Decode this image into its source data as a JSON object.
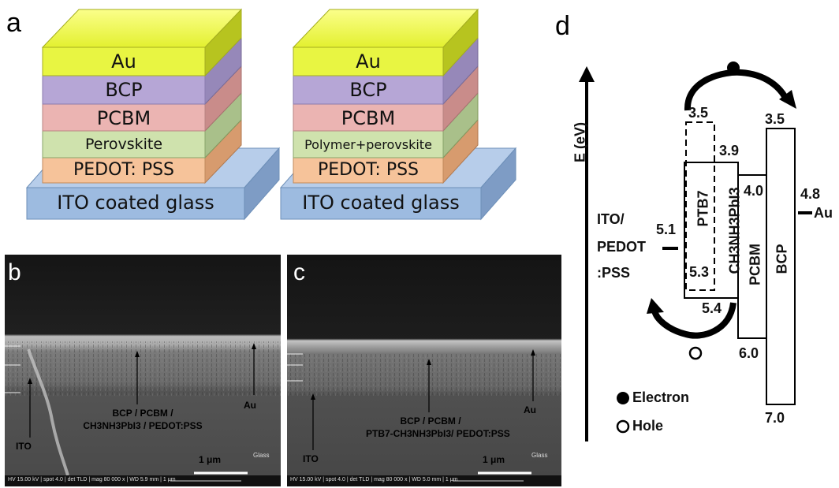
{
  "panel_a": {
    "letter": "a",
    "stack_left": [
      "Au",
      "BCP",
      "PCBM",
      "Perovskite",
      "PEDOT: PSS",
      "ITO coated glass"
    ],
    "stack_right": [
      "Au",
      "BCP",
      "PCBM",
      "Polymer+perovskite",
      "PEDOT: PSS",
      "ITO coated glass"
    ],
    "colors": {
      "au": "#e8f542",
      "bcp": "#b6a6d6",
      "pcbm": "#ebb4b2",
      "perovskite": "#cfe2ad",
      "pedot": "#f6c39a",
      "ito": "#9dbbe0"
    }
  },
  "panel_b": {
    "letter": "b",
    "layers_label": [
      "BCP / PCBM /",
      "CH3NH3PbI3 / PEDOT:PSS"
    ],
    "au": "Au",
    "ito": "ITO",
    "glass": "Glass",
    "scale": "1 μm",
    "footer": "HV 15.00 kV | spot 4.0 | det TLD | mag 80 000 x | WD 5.9 mm | 1 μm"
  },
  "panel_c": {
    "letter": "c",
    "layers_label": [
      "BCP / PCBM /",
      "PTB7-CH3NH3PbI3/ PEDOT:PSS"
    ],
    "au": "Au",
    "ito": "ITO",
    "glass": "Glass",
    "scale": "1 μm",
    "footer": "HV 15.00 kV | spot 4.0 | det TLD | mag 80 000 x | WD 5.0 mm | 1 μm"
  },
  "panel_d": {
    "letter": "d",
    "axis_label": "E (eV)",
    "ito_label": [
      "ITO/",
      "PEDOT",
      ":PSS"
    ],
    "ito_level": "5.1",
    "ptb7": "PTB7",
    "ptb7_top": "3.5",
    "ptb7_bottom": "5.3",
    "perov": "CH3NH3PbI3",
    "perov_top": "3.9",
    "perov_bottom": "5.4",
    "pcbm": "PCBM",
    "pcbm_top": "4.0",
    "pcbm_bottom": "6.0",
    "bcp": "BCP",
    "bcp_top": "3.5",
    "bcp_bottom": "7.0",
    "au_level": "4.8",
    "au": "Au",
    "legend_electron": "Electron",
    "legend_hole": "Hole"
  }
}
